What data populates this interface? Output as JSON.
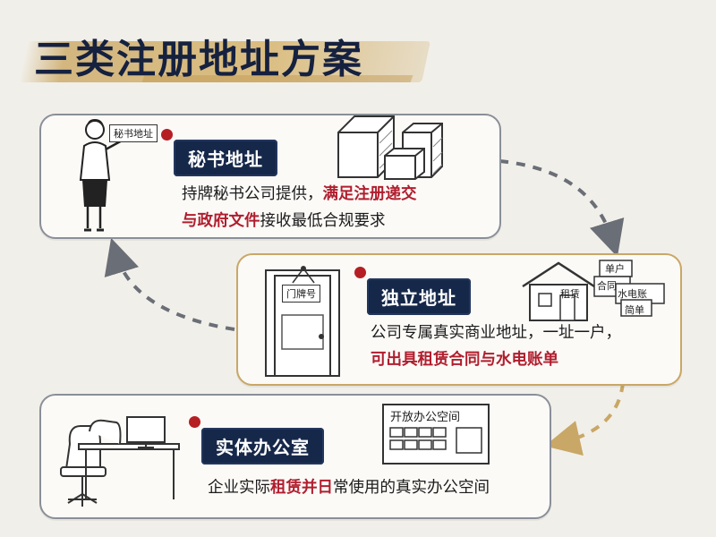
{
  "title": "三类注册地址方案",
  "options": [
    {
      "name": "秘书地址",
      "sign": "秘书地址",
      "desc_line1_plain": "持牌秘书公司提供，",
      "desc_line1_hl": "满足注册递交",
      "desc_line2_hl": "与政府文件",
      "desc_line2_plain": "接收最低合规要求"
    },
    {
      "name": "独立地址",
      "door_sign": "门牌号",
      "doc_labels": [
        "单户",
        "租赁",
        "合同",
        "水电账",
        "简单"
      ],
      "desc_line1_plain": "公司专属真实商业地址，一址一户，",
      "desc_line2_hl": "可出具租赁合同与水电账单"
    },
    {
      "name": "实体办公室",
      "board_label": "开放办公空间",
      "desc_plain1": "企业实际",
      "desc_hl": "租赁并日",
      "desc_plain2": "常使用的真实办公空间"
    }
  ],
  "colors": {
    "navy": "#16284a",
    "red": "#b01e2e",
    "gold": "#c9a766",
    "border": "#8a8f98",
    "background": "#f1efe9"
  },
  "icons": [
    "secretary-person-icon",
    "boxes-icon",
    "door-icon",
    "house-icon",
    "documents-icon",
    "desk-chair-icon",
    "monitor-icon",
    "open-office-board-icon",
    "dashed-arrow-icon"
  ]
}
